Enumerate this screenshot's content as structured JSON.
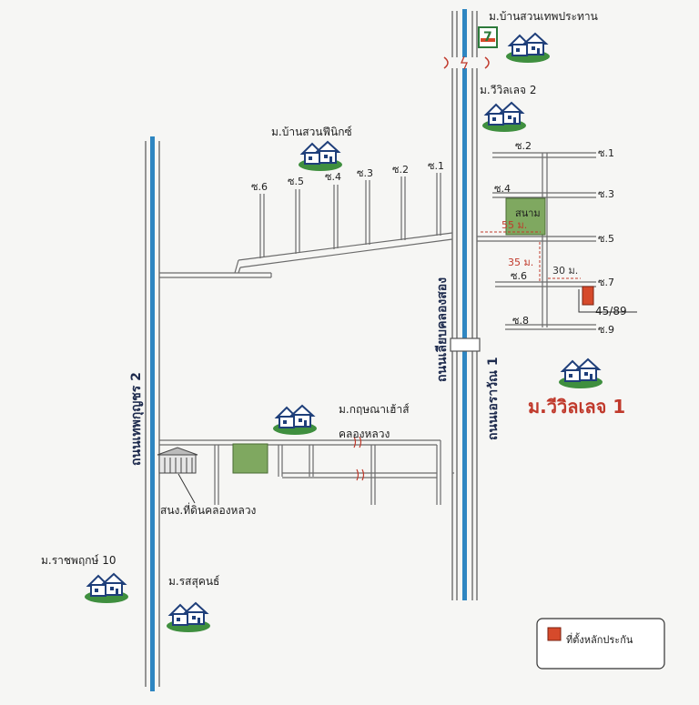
{
  "colors": {
    "background": "#f6f6f4",
    "road_fill": "#ffffff",
    "road_edge": "#6b6b6b",
    "canal": "#2e86c1",
    "field": "#7fa860",
    "collateral": "#d64a2b",
    "accent_red": "#c0392b"
  },
  "villages": {
    "ban_suan_thep_prathan": "ม.บ้านสวนเทพประทาน",
    "village_2": "ม.วีวิลเลจ 2",
    "ban_suan_phoenix": "ม.บ้านสวนฟีนิกซ์",
    "kritsana": "ม.กฤษณาเฮ้าส์",
    "ratchaphruek_10": "ม.ราชพฤกษ์ 10",
    "rot_sukhon": "ม.รสสุคนธ์",
    "village_1": "ม.วีวิลเลจ 1"
  },
  "roads": {
    "thep_kunchon_2": "ถนนเทพกุญชร 2",
    "liap_khlong_song": "ถนนเลียบคลองสอง",
    "ekkawan_1": "ถนนเอราวัณ 1"
  },
  "places": {
    "khlong_luang": "คลองหลวง",
    "land_office": "สนง.ที่ดินคลองหลวง",
    "field_label": "สนาม",
    "store_icon": "7"
  },
  "soi_left": [
    "ซ.6",
    "ซ.5",
    "ซ.4",
    "ซ.3",
    "ซ.2",
    "ซ.1"
  ],
  "soi_right": {
    "s1": "ซ.1",
    "s2": "ซ.2",
    "s3": "ซ.3",
    "s4": "ซ.4",
    "s5": "ซ.5",
    "s6": "ซ.6",
    "s7": "ซ.7",
    "s8": "ซ.8",
    "s9": "ซ.9"
  },
  "distances": {
    "d55": "55 ม.",
    "d35": "35 ม.",
    "d30": "30 ม."
  },
  "collateral_number": "45/89",
  "legend": {
    "label": "ที่ตั้งหลักประกัน"
  },
  "icons": {
    "house": "house-icon",
    "building": "building-icon",
    "store": "seven-eleven-icon"
  }
}
